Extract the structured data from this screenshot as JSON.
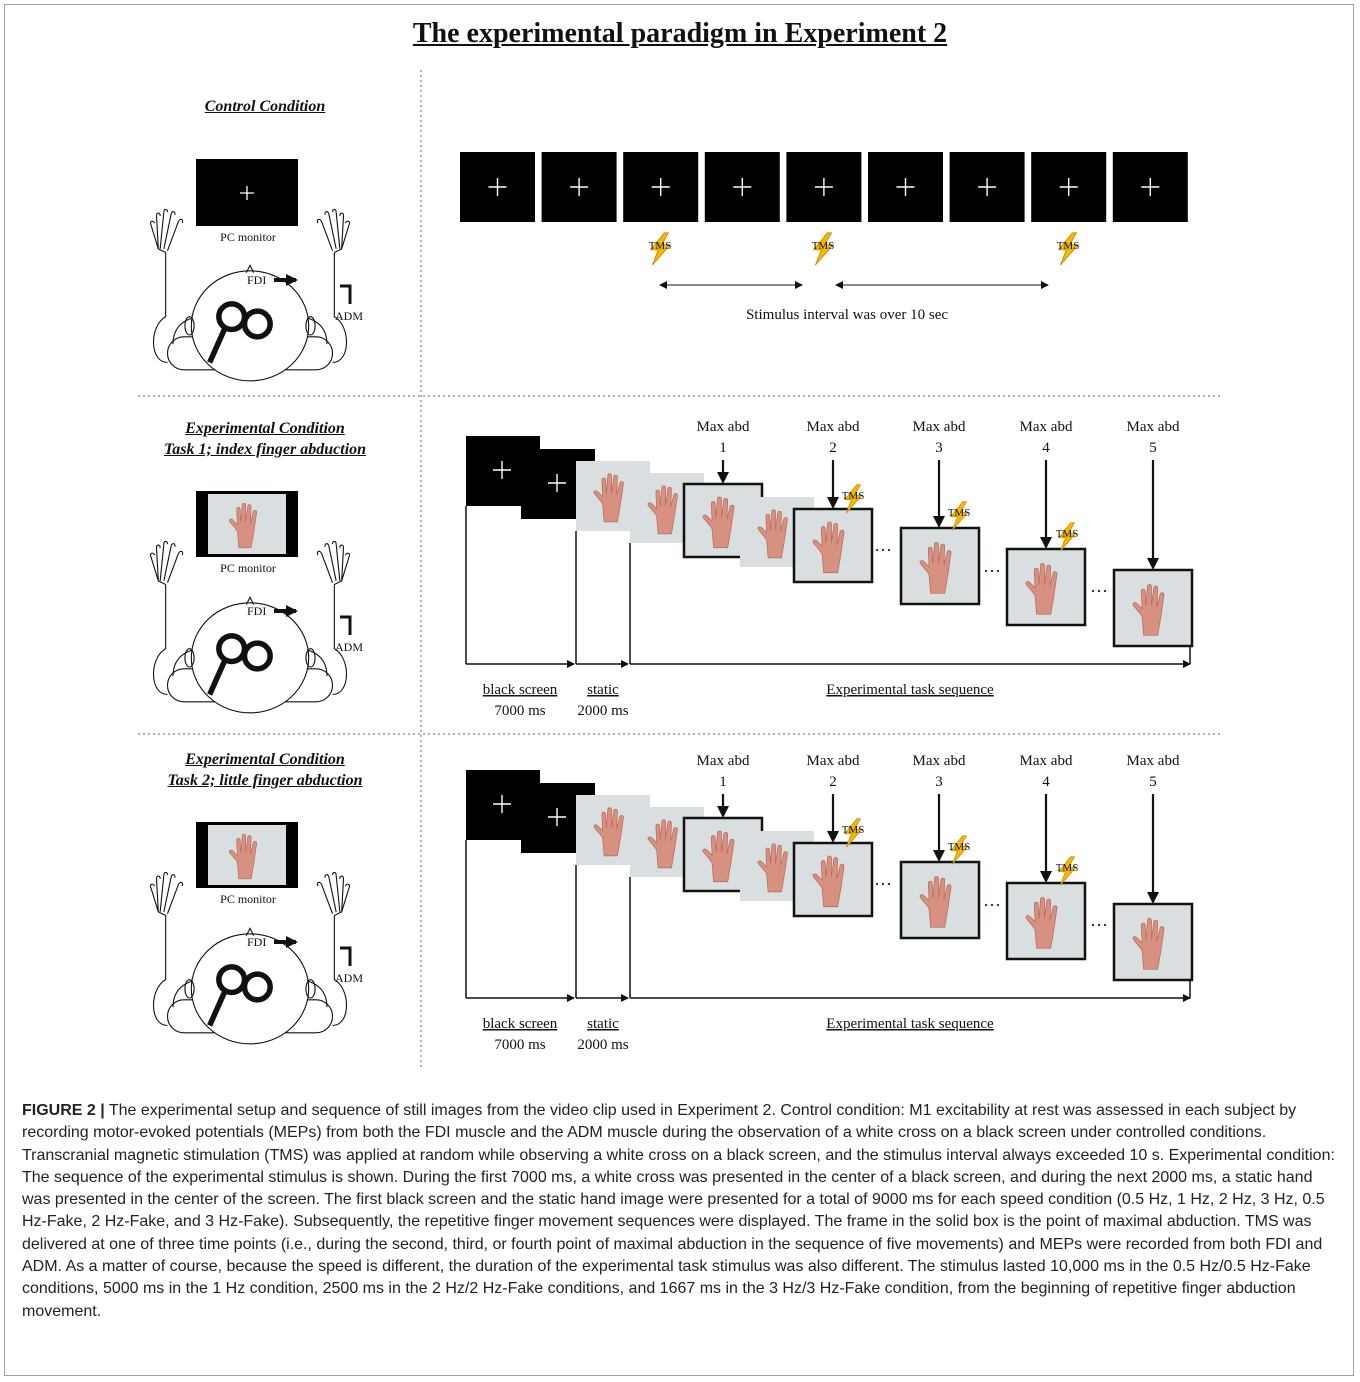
{
  "title": "The experimental paradigm in Experiment 2",
  "conditions": [
    {
      "title_line1": "Control Condition",
      "title_line2": ""
    },
    {
      "title_line1": "Experimental Condition",
      "title_line2": "Task 1; index finger abduction"
    },
    {
      "title_line1": "Experimental Condition",
      "title_line2": "Task 2; little finger abduction"
    }
  ],
  "setup_labels": {
    "monitor": "PC monitor",
    "fdi": "FDI",
    "adm": "ADM"
  },
  "control": {
    "tms_label": "TMS",
    "interval_text": "Stimulus interval was over 10 sec"
  },
  "sequence": {
    "max_abd_label": "Max abd",
    "max_abd_numbers": [
      "1",
      "2",
      "3",
      "4",
      "5"
    ],
    "tms_label": "TMS",
    "ellipsis": "···",
    "phases": [
      {
        "name": "black screen",
        "duration": "7000 ms"
      },
      {
        "name": "static",
        "duration": "2000 ms"
      },
      {
        "name": "Experimental task sequence",
        "duration": ""
      }
    ]
  },
  "colors": {
    "bolt": "#f5b800",
    "bolt_edge": "#c98a00",
    "screen": "#000000",
    "photo_bg": "#d9dfe0",
    "skin": "#d89080"
  },
  "caption": {
    "label": "FIGURE 2 |",
    "text": "The experimental setup and sequence of still images from the video clip used in Experiment 2. Control condition: M1 excitability at rest was assessed in each subject by recording motor-evoked potentials (MEPs) from both the FDI muscle and the ADM muscle during the observation of a white cross on a black screen under controlled conditions. Transcranial magnetic stimulation (TMS) was applied at random while observing a white cross on a black screen, and the stimulus interval always exceeded 10 s. Experimental condition: The sequence of the experimental stimulus is shown. During the first 7000 ms, a white cross was presented in the center of a black screen, and during the next 2000 ms, a static hand was presented in the center of the screen. The first black screen and the static hand image were presented for a total of 9000 ms for each speed condition (0.5 Hz, 1 Hz, 2 Hz, 3 Hz, 0.5 Hz-Fake, 2 Hz-Fake, and 3 Hz-Fake). Subsequently, the repetitive finger movement sequences were displayed. The frame in the solid box is the point of maximal abduction. TMS was delivered at one of three time points (i.e., during the second, third, or fourth point of maximal abduction in the sequence of five movements) and MEPs were recorded from both FDI and ADM. As a matter of course, because the speed is different, the duration of the experimental task stimulus was also different. The stimulus lasted 10,000 ms in the 0.5 Hz/0.5 Hz-Fake conditions, 5000 ms in the 1 Hz condition, 2500 ms in the 2 Hz/2 Hz-Fake conditions, and 1667 ms in the 3 Hz/3 Hz-Fake condition, from the beginning of repetitive finger abduction movement."
  }
}
